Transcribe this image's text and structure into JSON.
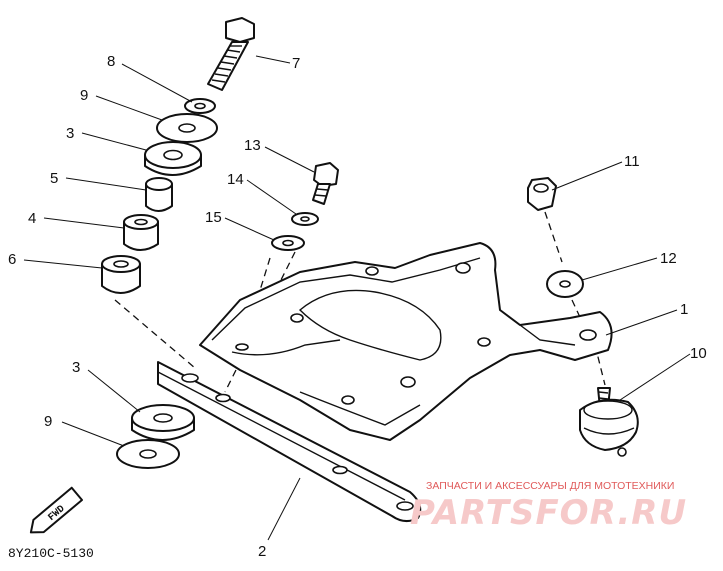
{
  "callouts": [
    {
      "id": "7",
      "label": "7"
    },
    {
      "id": "8",
      "label": "8"
    },
    {
      "id": "9a",
      "label": "9"
    },
    {
      "id": "3a",
      "label": "3"
    },
    {
      "id": "5",
      "label": "5"
    },
    {
      "id": "4",
      "label": "4"
    },
    {
      "id": "6",
      "label": "6"
    },
    {
      "id": "13",
      "label": "13"
    },
    {
      "id": "14",
      "label": "14"
    },
    {
      "id": "15",
      "label": "15"
    },
    {
      "id": "11",
      "label": "11"
    },
    {
      "id": "12",
      "label": "12"
    },
    {
      "id": "1",
      "label": "1"
    },
    {
      "id": "10",
      "label": "10"
    },
    {
      "id": "3b",
      "label": "3"
    },
    {
      "id": "9b",
      "label": "9"
    },
    {
      "id": "2",
      "label": "2"
    }
  ],
  "fwd_label": "FWD",
  "diagram_code": "8Y210C-5130",
  "watermark": {
    "subtitle": "ЗАПЧАСТИ И АКСЕССУАРЫ ДЛЯ МОТОТЕХНИКИ",
    "brand": "PARTSFOR.RU",
    "color": "#e05a5a"
  }
}
